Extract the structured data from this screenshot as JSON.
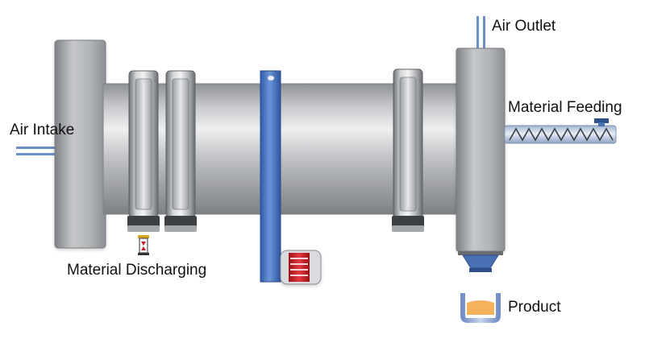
{
  "labels": {
    "air_outlet": "Air Outlet",
    "material_feeding": "Material Feeding",
    "air_intake": "Air Intake",
    "material_discharging": "Material Discharging",
    "product": "Product"
  },
  "colors": {
    "steel_dark": "#8a8d90",
    "steel_light": "#d9dbdd",
    "pipe_blue": "#6b8fc9",
    "elevator_blue": "#4f78c4",
    "motor_red": "#c8202a",
    "product_orange": "#f5b25a",
    "hopper_blue": "#4a6fb3"
  },
  "icons": {
    "feeder": "screw-conveyor-icon",
    "motor": "drive-motor-icon",
    "valve": "discharge-valve-icon",
    "bin": "product-bin-icon"
  }
}
